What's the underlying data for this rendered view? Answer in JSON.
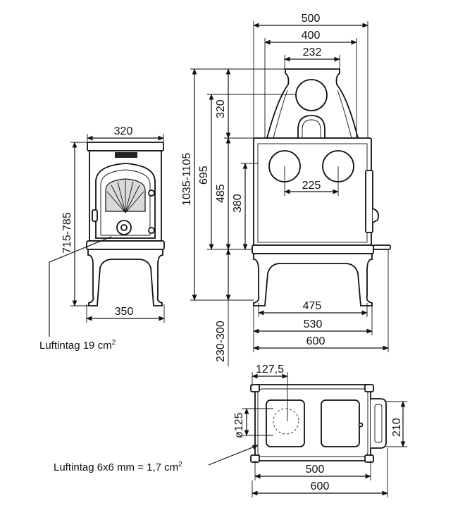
{
  "front_view": {
    "width_top": "320",
    "height_range": "715-785",
    "width_base": "350",
    "air_intake_label": "Luftintag 19 cm",
    "air_intake_sup": "2"
  },
  "side_view": {
    "width_500": "500",
    "width_400": "400",
    "width_232": "232",
    "height_total": "1035-1105",
    "height_695": "695",
    "height_320": "320",
    "height_485": "485",
    "height_380": "380",
    "hole_spacing": "225",
    "width_475": "475",
    "width_530": "530",
    "width_600": "600",
    "leg_height": "230-300"
  },
  "top_view": {
    "offset": "127,5",
    "diameter": "ø125",
    "depth": "210",
    "width_500": "500",
    "width_600": "600",
    "air_intake_label": "Luftintag 6x6 mm = 1,7 cm",
    "air_intake_sup": "2"
  }
}
